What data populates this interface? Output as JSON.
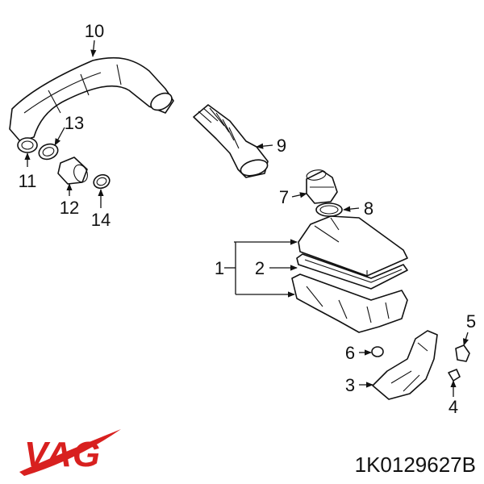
{
  "callouts": [
    {
      "id": "c1",
      "text": "1"
    },
    {
      "id": "c2",
      "text": "2"
    },
    {
      "id": "c3",
      "text": "3"
    },
    {
      "id": "c4",
      "text": "4"
    },
    {
      "id": "c5",
      "text": "5"
    },
    {
      "id": "c6",
      "text": "6"
    },
    {
      "id": "c7",
      "text": "7"
    },
    {
      "id": "c8",
      "text": "8"
    },
    {
      "id": "c9",
      "text": "9"
    },
    {
      "id": "c10",
      "text": "10"
    },
    {
      "id": "c11",
      "text": "11"
    },
    {
      "id": "c12",
      "text": "12"
    },
    {
      "id": "c13",
      "text": "13"
    },
    {
      "id": "c14",
      "text": "14"
    }
  ],
  "brand": {
    "logo_text": "VAG",
    "logo_color": "#d8201f"
  },
  "part_number": "1K0129627B"
}
